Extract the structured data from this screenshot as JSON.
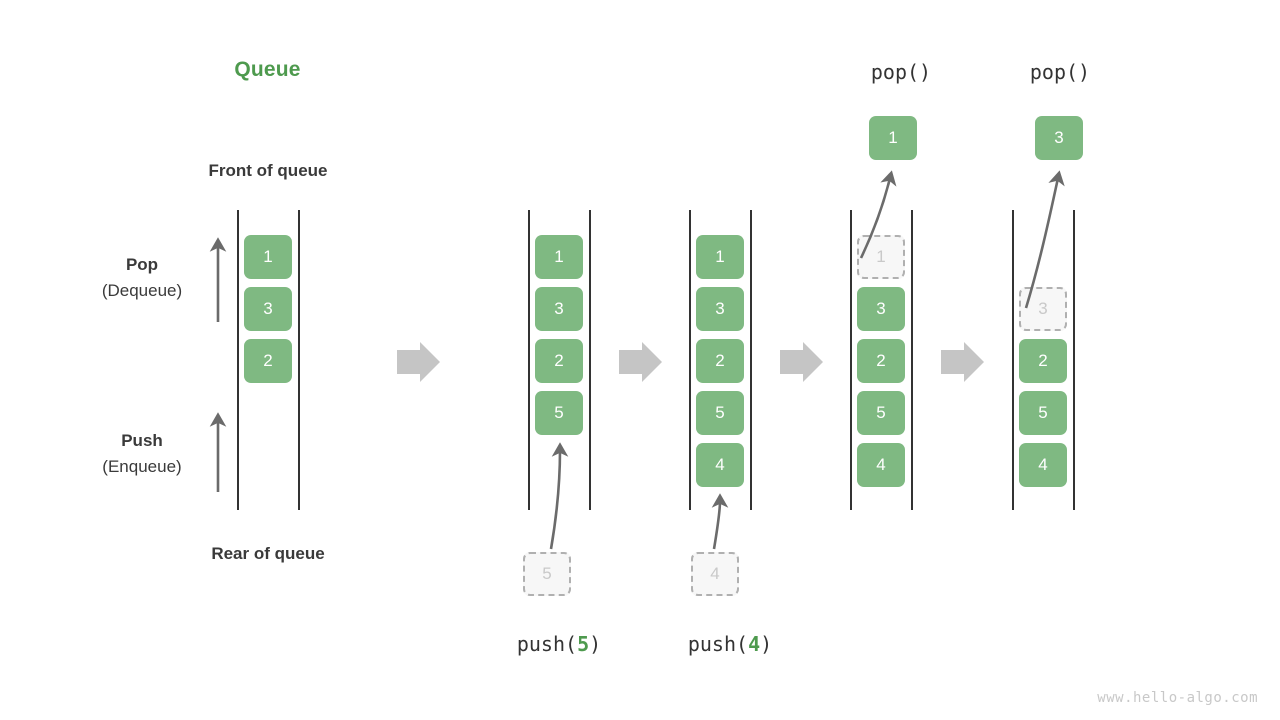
{
  "title": "Queue",
  "labels": {
    "front_of_queue": "Front of queue",
    "rear_of_queue": "Rear of queue",
    "pop_title": "Pop",
    "pop_sub": "(Dequeue)",
    "push_title": "Push",
    "push_sub": "(Enqueue)"
  },
  "watermark": "www.hello-algo.com",
  "colors": {
    "element": "#7fb982",
    "accent_green": "#4e9a4e",
    "ghost_fill": "#f7f7f7",
    "ghost_border": "#b0b0b0",
    "ghost_text": "#c9c9c9",
    "rail": "#333333",
    "flow_arrow": "#c5c5c5",
    "text": "#3a3a3a",
    "watermark": "#c8c8c8"
  },
  "columns": [
    {
      "id": "initial",
      "caption": "",
      "cells": [
        {
          "value": "1",
          "state": "solid"
        },
        {
          "value": "3",
          "state": "solid"
        },
        {
          "value": "2",
          "state": "solid"
        }
      ]
    },
    {
      "id": "push-5",
      "caption_parts": {
        "fn": "push(",
        "arg": "5",
        "close": ")"
      },
      "caption": "push(5)",
      "incoming": {
        "value": "5",
        "state": "ghost"
      },
      "cells": [
        {
          "value": "1",
          "state": "solid"
        },
        {
          "value": "3",
          "state": "solid"
        },
        {
          "value": "2",
          "state": "solid"
        },
        {
          "value": "5",
          "state": "solid"
        }
      ]
    },
    {
      "id": "push-4",
      "caption_parts": {
        "fn": "push(",
        "arg": "4",
        "close": ")"
      },
      "caption": "push(4)",
      "incoming": {
        "value": "4",
        "state": "ghost"
      },
      "cells": [
        {
          "value": "1",
          "state": "solid"
        },
        {
          "value": "3",
          "state": "solid"
        },
        {
          "value": "2",
          "state": "solid"
        },
        {
          "value": "5",
          "state": "solid"
        },
        {
          "value": "4",
          "state": "solid"
        }
      ]
    },
    {
      "id": "pop-1",
      "caption": "pop()",
      "popped": {
        "value": "1",
        "state": "solid"
      },
      "cells": [
        {
          "value": "1",
          "state": "ghost"
        },
        {
          "value": "3",
          "state": "solid"
        },
        {
          "value": "2",
          "state": "solid"
        },
        {
          "value": "5",
          "state": "solid"
        },
        {
          "value": "4",
          "state": "solid"
        }
      ]
    },
    {
      "id": "pop-2",
      "caption": "pop()",
      "popped": {
        "value": "3",
        "state": "solid"
      },
      "cells": [
        {
          "value": "3",
          "state": "ghost"
        },
        {
          "value": "2",
          "state": "solid"
        },
        {
          "value": "5",
          "state": "solid"
        },
        {
          "value": "4",
          "state": "solid"
        }
      ]
    }
  ],
  "flow_arrows": 4
}
